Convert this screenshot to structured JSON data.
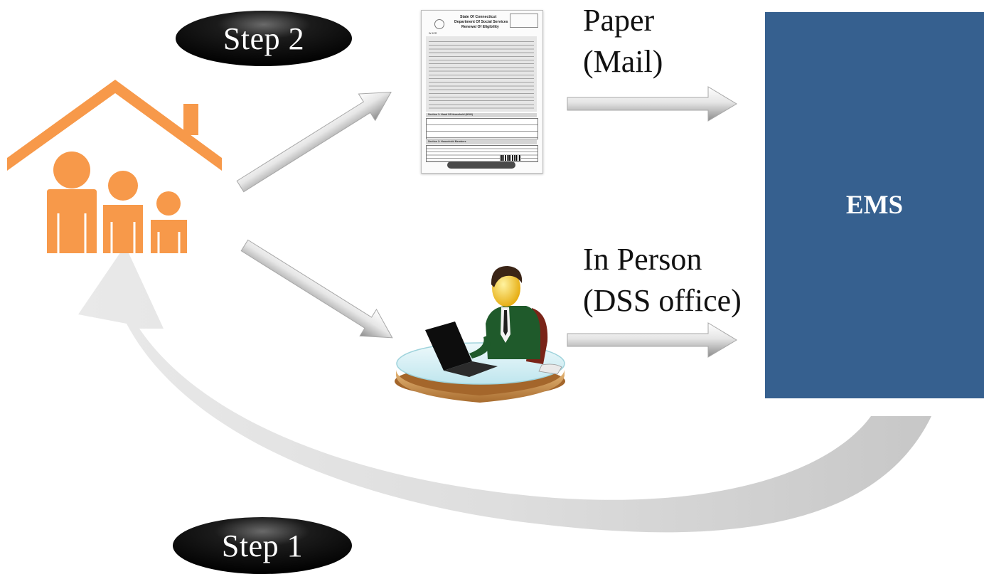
{
  "steps": {
    "step1_label": "Step 1",
    "step2_label": "Step 2"
  },
  "channels": {
    "paper_line1": "Paper",
    "paper_line2": "(Mail)",
    "in_person_line1": "In Person",
    "in_person_line2": "(DSS office)"
  },
  "ems": {
    "label": "EMS"
  },
  "form_document": {
    "agency_line1": "State Of Connecticut",
    "agency_line2": "Department Of Social Services",
    "form_title": "Renewal Of Eligibility",
    "form_code": "W-1ER",
    "section1": "Section 1: Head Of Household (HOH)",
    "section2": "Section 2: Household Members"
  },
  "colors": {
    "house_orange": "#f7994a",
    "ems_blue": "#36608f",
    "pill_black": "#050505",
    "return_arrow_gray": "#cdcdcd"
  }
}
